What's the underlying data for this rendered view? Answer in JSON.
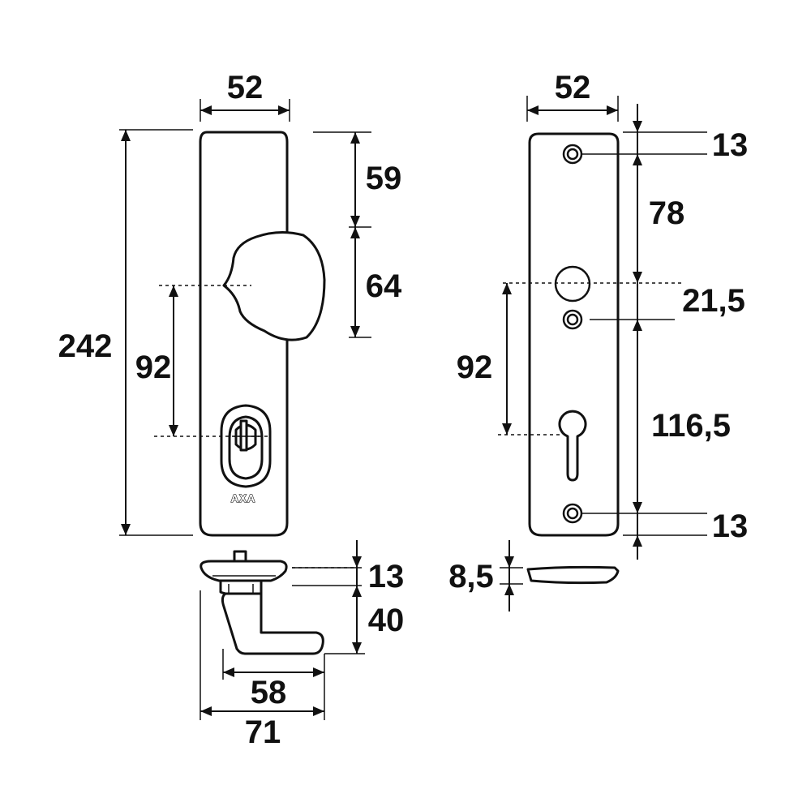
{
  "drawing": {
    "front_view": {
      "logo_text": "AXA",
      "dimensions": {
        "plate_width": "52",
        "plate_height": "242",
        "knob_top_offset": "59",
        "knob_height": "64",
        "center_distance": "92",
        "rose_height": "13",
        "handle_height": "40",
        "handle_inner_length": "58",
        "handle_total_length": "71"
      }
    },
    "back_view": {
      "dimensions": {
        "plate_width": "52",
        "top_hole_offset": "13",
        "to_spindle": "78",
        "spindle_to_hole": "21,5",
        "center_distance": "92",
        "hole_to_bottom_hole": "116,5",
        "bottom_hole_offset": "13",
        "plate_thickness": "8,5"
      }
    }
  }
}
